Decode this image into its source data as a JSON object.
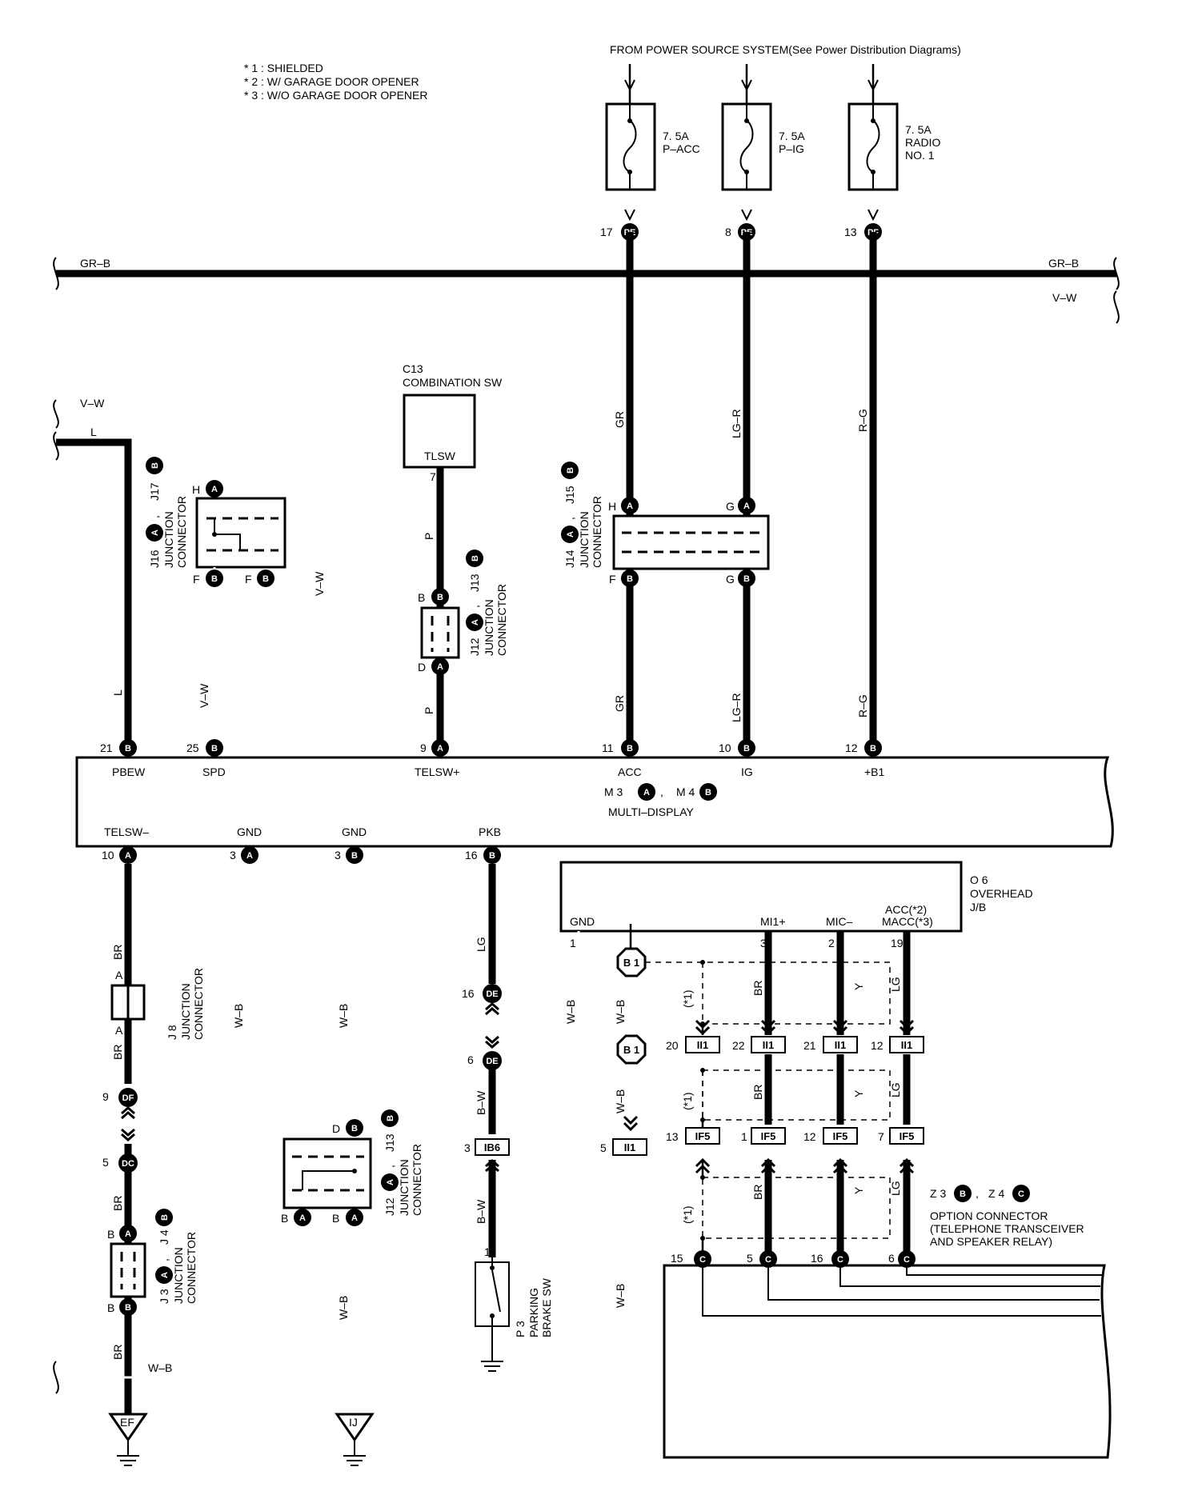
{
  "notes": [
    "* 1 : SHIELDED",
    "* 2 : W/ GARAGE DOOR OPENER",
    "* 3 : W/O GARAGE DOOR OPENER"
  ],
  "power_source": "FROM POWER SOURCE SYSTEM(See Power Distribution Diagrams)",
  "fuses": [
    {
      "rating": "7. 5A",
      "name": "P–ACC",
      "name2": ""
    },
    {
      "rating": "7. 5A",
      "name": "P–IG",
      "name2": ""
    },
    {
      "rating": "7. 5A",
      "name": "RADIO",
      "name2": "NO. 1"
    }
  ],
  "fuse_pins": [
    {
      "num": "17",
      "conn": "PE"
    },
    {
      "num": "8",
      "conn": "PE"
    },
    {
      "num": "13",
      "conn": "PF"
    }
  ],
  "bus_wires": {
    "top": "GR–B",
    "second": "V–W",
    "left_vw": "V–W",
    "left_l": "L",
    "bottom": "W–B"
  },
  "wire_colors": {
    "gr": "GR",
    "lgr": "LG–R",
    "rg": "R–G",
    "l": "L",
    "vw": "V–W",
    "p": "P",
    "br": "BR",
    "wb": "W–B",
    "lg": "LG",
    "bw": "B–W",
    "y": "Y"
  },
  "combination_sw": {
    "code": "C13",
    "name": "COMBINATION SW",
    "terminal": "TLSW",
    "pin": "7"
  },
  "jc_left": {
    "code1": "J16",
    "code2": "J17",
    "name1": "JUNCTION",
    "name2": "CONNECTOR",
    "sep": ","
  },
  "jc_mid": {
    "code1": "J12",
    "code2": "J13",
    "name1": "JUNCTION",
    "name2": "CONNECTOR",
    "sep": ","
  },
  "jc_right": {
    "code1": "J14",
    "code2": "J15",
    "name1": "JUNCTION",
    "name2": "CONNECTOR",
    "sep": ","
  },
  "jc_j8": {
    "code": "J 8",
    "name1": "JUNCTION",
    "name2": "CONNECTOR",
    "pin": "A"
  },
  "jc_j3": {
    "code1": "J 3",
    "code2": "J 4",
    "name1": "JUNCTION",
    "name2": "CONNECTOR",
    "sep": ","
  },
  "jc_j12b": {
    "code1": "J12",
    "code2": "J13",
    "name1": "JUNCTION",
    "name2": "CONNECTOR",
    "sep": ","
  },
  "pin_letters": {
    "a": "A",
    "b": "B",
    "c": "C",
    "h": "H",
    "f": "F",
    "g": "G",
    "d": "D"
  },
  "multi_display": {
    "codes": [
      "M 3",
      "M 4"
    ],
    "name": "MULTI–DISPLAY",
    "sep": ",",
    "top_terminals": [
      {
        "num": "21",
        "pin": "B",
        "label": "PBEW"
      },
      {
        "num": "25",
        "pin": "B",
        "label": "SPD"
      },
      {
        "num": "9",
        "pin": "A",
        "label": "TELSW+"
      },
      {
        "num": "11",
        "pin": "B",
        "label": "ACC"
      },
      {
        "num": "10",
        "pin": "B",
        "label": "IG"
      },
      {
        "num": "12",
        "pin": "B",
        "label": "+B1"
      }
    ],
    "bottom_terminals": [
      {
        "num": "10",
        "pin": "A",
        "label": "TELSW–"
      },
      {
        "num": "3",
        "pin": "A",
        "label": "GND"
      },
      {
        "num": "3",
        "pin": "B",
        "label": "GND"
      },
      {
        "num": "16",
        "pin": "B",
        "label": "PKB"
      }
    ]
  },
  "overhead_jb": {
    "code": "O 6",
    "name1": "OVERHEAD",
    "name2": "J/B",
    "terminals": [
      {
        "num": "1",
        "label": "GND"
      },
      {
        "num": "3",
        "label": "MI1+"
      },
      {
        "num": "2",
        "label": "MIC–"
      },
      {
        "num": "19",
        "label": "ACC(*2)",
        "label2": "MACC(*3)"
      }
    ]
  },
  "connectors": {
    "df": "DF",
    "dc": "DC",
    "de": "DE",
    "ib6": "IB6",
    "ii1": "II1",
    "if5": "IF5",
    "b1": "B 1",
    "ef": "EF",
    "ij": "IJ"
  },
  "pin_numbers": {
    "df": "9",
    "dc": "5",
    "de_top": "16",
    "de_bot": "6",
    "ib6": "3",
    "ii1_gnd": "5",
    "ii1_row": [
      "20",
      "22",
      "21",
      "12"
    ],
    "if5_row": [
      "13",
      "1",
      "12",
      "7"
    ],
    "sw_pin": "1"
  },
  "shield_label": "(*1)",
  "parking_brake": {
    "code": "P 3",
    "name1": "PARKING",
    "name2": "BRAKE SW"
  },
  "option_connector": {
    "codes": [
      "Z 3",
      "Z 4"
    ],
    "sep": ",",
    "name1": "OPTION CONNECTOR",
    "name2": "(TELEPHONE TRANSCEIVER",
    "name3": "AND SPEAKER RELAY)",
    "terminals": [
      {
        "num": "15",
        "pin": "C"
      },
      {
        "num": "5",
        "pin": "C"
      },
      {
        "num": "16",
        "pin": "C"
      },
      {
        "num": "6",
        "pin": "C"
      }
    ]
  }
}
